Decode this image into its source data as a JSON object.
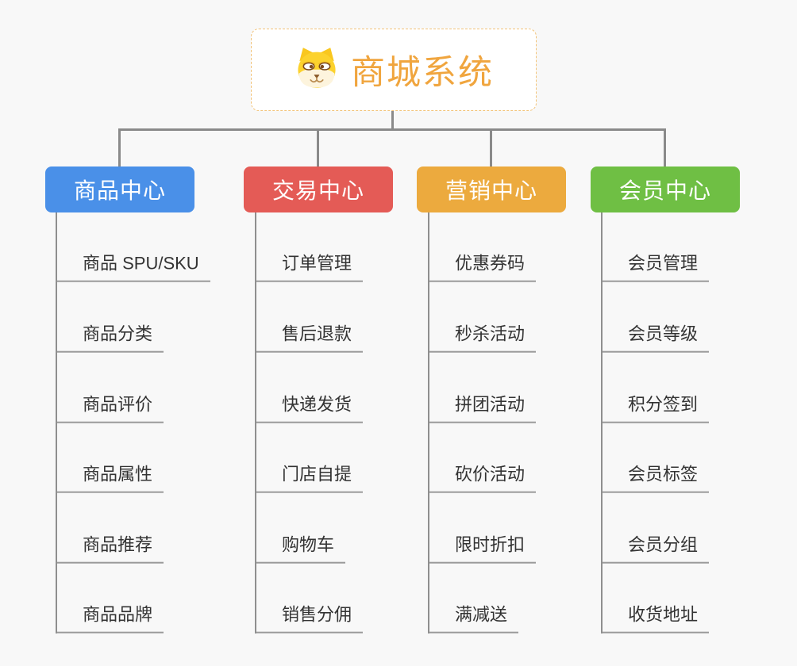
{
  "page": {
    "background": "#f8f8f8",
    "connector_color": "#8a8a8a",
    "leaf_text_color": "#333333",
    "leaf_underline_color": "#9a9a9a"
  },
  "root": {
    "title": "商城系统",
    "icon": "shiba-dog-icon",
    "text_color": "#f0a53e",
    "border_color": "#f2c379"
  },
  "branches": [
    {
      "label": "商品中心",
      "color": "#4a90e8",
      "items": [
        "商品 SPU/SKU",
        "商品分类",
        "商品评价",
        "商品属性",
        "商品推荐",
        "商品品牌"
      ]
    },
    {
      "label": "交易中心",
      "color": "#e45b56",
      "items": [
        "订单管理",
        "售后退款",
        "快递发货",
        "门店自提",
        "购物车",
        "销售分佣"
      ]
    },
    {
      "label": "营销中心",
      "color": "#ecaa3e",
      "items": [
        "优惠券码",
        "秒杀活动",
        "拼团活动",
        "砍价活动",
        "限时折扣",
        "满减送"
      ]
    },
    {
      "label": "会员中心",
      "color": "#6fbf44",
      "items": [
        "会员管理",
        "会员等级",
        "积分签到",
        "会员标签",
        "会员分组",
        "收货地址"
      ]
    }
  ]
}
